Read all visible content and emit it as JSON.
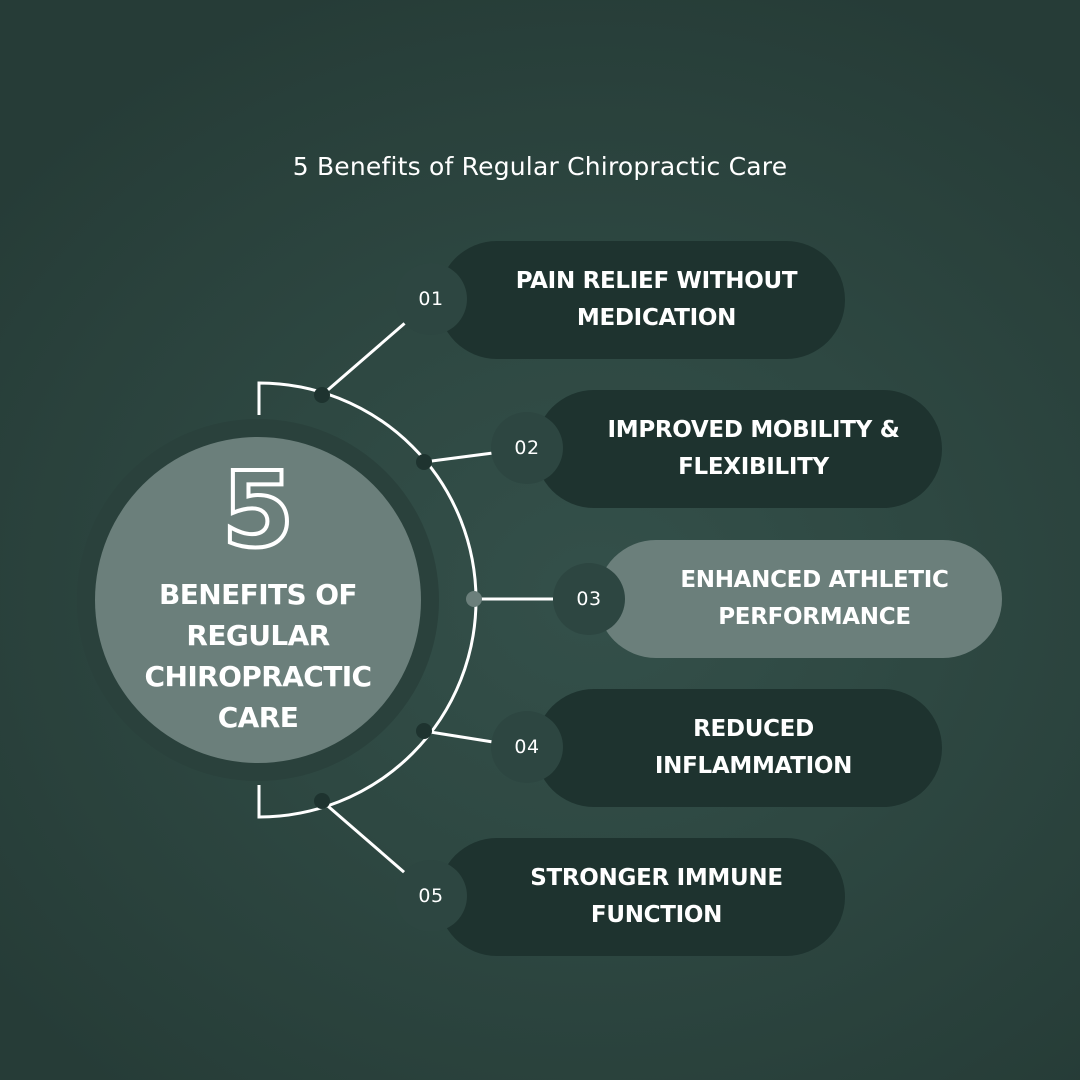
{
  "title": "5 Benefits of Regular Chiropractic Care",
  "center": {
    "number": "5",
    "text": "BENEFITS OF REGULAR CHIROPRACTIC CARE"
  },
  "benefits": [
    {
      "number": "01",
      "label": "PAIN RELIEF WITHOUT\nMEDICATION",
      "highlighted": false
    },
    {
      "number": "02",
      "label": "IMPROVED MOBILITY &\nFLEXIBILITY",
      "highlighted": false
    },
    {
      "number": "03",
      "label": "ENHANCED ATHLETIC\nPERFORMANCE",
      "highlighted": true
    },
    {
      "number": "04",
      "label": "REDUCED\nINFLAMMATION",
      "highlighted": false
    },
    {
      "number": "05",
      "label": "STRONGER IMMUNE\nFUNCTION",
      "highlighted": false
    }
  ],
  "colors": {
    "background": "#2e4842",
    "pill": "#1e332f",
    "highlight": "#6b7f7b",
    "number_circle": "#2d4641",
    "text": "#ffffff"
  }
}
